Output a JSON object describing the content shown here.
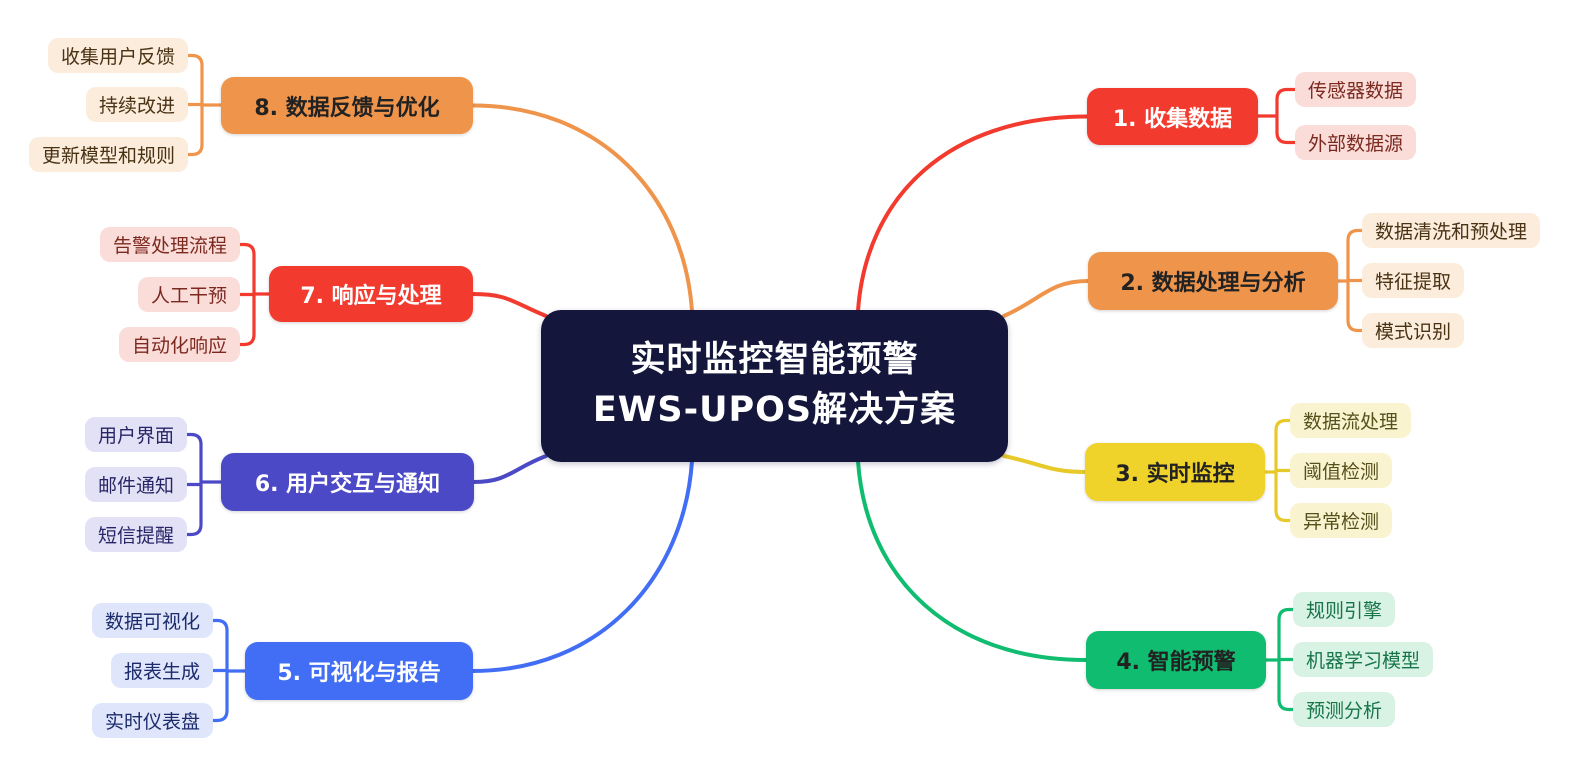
{
  "title": "EWS-UPOS mind map",
  "colors": {
    "background": "#FFFFFF",
    "central_bg": "#14173B",
    "central_text": "#FFFFFF",
    "red": "#F23A2E",
    "red_light": "#FADCD9",
    "red_child_text": "#7C2A20",
    "orange": "#EF944B",
    "orange_light": "#FCECDC",
    "orange_child_text": "#4A3214",
    "yellow": "#EFD32A",
    "yellow_light": "#FAF3CF",
    "yellow_child_text": "#56511C",
    "green": "#10BC6F",
    "green_light": "#D8F2E3",
    "green_child_text": "#177549",
    "blue": "#416EF4",
    "blue_light": "#DFE5FB",
    "blue_child_text": "#1B2B6B",
    "indigo": "#4C49C6",
    "indigo_light": "#E3E1F6",
    "indigo_child_text": "#282566"
  },
  "central": {
    "lines": [
      "实时监控智能预警",
      "EWS-UPOS解决方案"
    ]
  },
  "branches": [
    {
      "label": "1. 收集数据",
      "color": "#F23A2E",
      "side": "right",
      "children": [
        "传感器数据",
        "外部数据源"
      ]
    },
    {
      "label": "2. 数据处理与分析",
      "color": "#EF944B",
      "side": "right",
      "children": [
        "数据清洗和预处理",
        "特征提取",
        "模式识别"
      ]
    },
    {
      "label": "3. 实时监控",
      "color": "#EFD32A",
      "side": "right",
      "children": [
        "数据流处理",
        "阈值检测",
        "异常检测"
      ]
    },
    {
      "label": "4. 智能预警",
      "color": "#10BC6F",
      "side": "right",
      "children": [
        "规则引擎",
        "机器学习模型",
        "预测分析"
      ]
    },
    {
      "label": "5. 可视化与报告",
      "color": "#416EF4",
      "side": "left",
      "children": [
        "数据可视化",
        "报表生成",
        "实时仪表盘"
      ]
    },
    {
      "label": "6. 用户交互与通知",
      "color": "#4C49C6",
      "side": "left",
      "children": [
        "用户界面",
        "邮件通知",
        "短信提醒"
      ]
    },
    {
      "label": "7. 响应与处理",
      "color": "#F23A2E",
      "side": "left",
      "children": [
        "告警处理流程",
        "人工干预",
        "自动化响应"
      ]
    },
    {
      "label": "8. 数据反馈与优化",
      "color": "#EF944B",
      "side": "left",
      "children": [
        "收集用户反馈",
        "持续改进",
        "更新模型和规则"
      ]
    }
  ]
}
